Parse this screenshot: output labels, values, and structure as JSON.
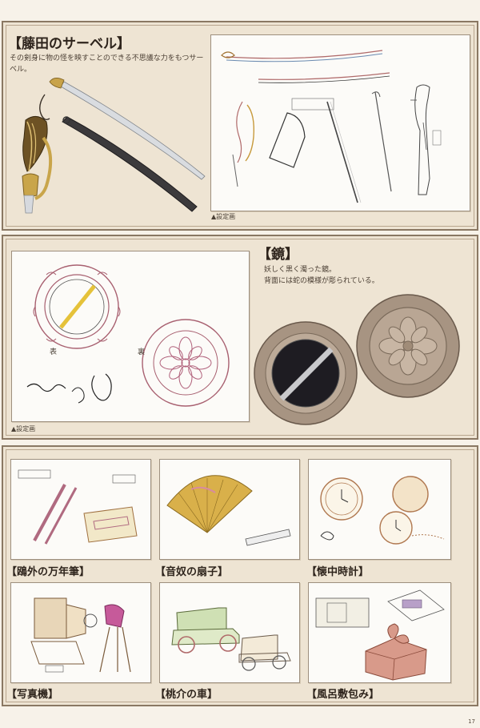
{
  "saber": {
    "title": "【藤田のサーベル】",
    "description": "その剣身に物の怪を映すことのできる不思議な力をもつサーベル。",
    "sheet_caption": "▲設定画"
  },
  "mirror": {
    "title": "【鏡】",
    "description_line1": "妖しく黒く濁った鏡。",
    "description_line2": "背面には蛇の模様が彫られている。",
    "sheet_caption": "▲設定画",
    "front_label": "表",
    "back_label": "裏"
  },
  "props": [
    {
      "label": "【鴎外の万年筆】"
    },
    {
      "label": "【音奴の扇子】"
    },
    {
      "label": "【懐中時計】"
    },
    {
      "label": "【写真機】"
    },
    {
      "label": "【桃介の車】"
    },
    {
      "label": "【風呂敷包み】"
    }
  ],
  "page_number": "17",
  "colors": {
    "panel_bg": "#eee4d3",
    "panel_border": "#8a7863",
    "sheet_bg": "#fcfbf8"
  }
}
